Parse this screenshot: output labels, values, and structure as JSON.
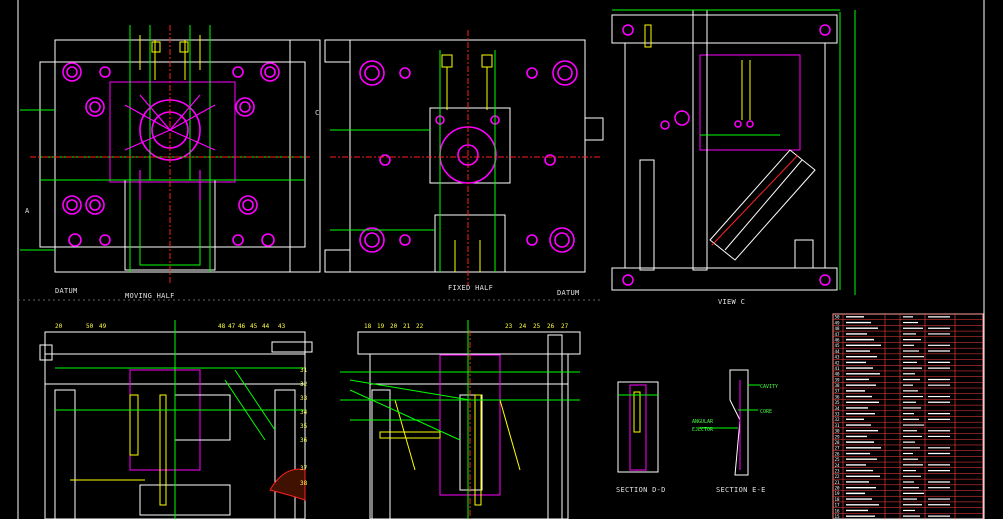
{
  "colors": {
    "background": "#000000",
    "outline": "#ffffff",
    "magenta": "#ff00ff",
    "green": "#00ff00",
    "yellow": "#ffff00",
    "red": "#ff2020",
    "cyan": "#00ffff"
  },
  "views": {
    "moving_half": "MOVING HALF",
    "fixed_half": "FIXED HALF",
    "view_c": "VIEW C",
    "section_dd": "SECTION D-D",
    "section_ee": "SECTION E-E",
    "datum_left": "DATUM",
    "datum_right": "DATUM",
    "marker_a": "A",
    "marker_c": "C"
  },
  "callouts": {
    "cavity": "CAVITY",
    "core": "CORE",
    "angular_ejector_1": "ANGULAR",
    "angular_ejector_2": "EJECTOR"
  },
  "section_numbers_left": [
    "20",
    "50",
    "49",
    "48",
    "47",
    "46",
    "45",
    "44",
    "43"
  ],
  "section_numbers_mid": [
    "18",
    "19",
    "20",
    "21",
    "22",
    "23",
    "24",
    "25",
    "26",
    "27"
  ],
  "side_numbers_left": [
    "31",
    "32",
    "33",
    "34",
    "35",
    "36",
    "37",
    "38"
  ],
  "bom_rows": [
    "50",
    "49",
    "48",
    "47",
    "46",
    "45",
    "44",
    "43",
    "42",
    "41",
    "40",
    "39",
    "38",
    "37",
    "36",
    "35",
    "34",
    "33",
    "32",
    "31",
    "30",
    "29",
    "28",
    "27",
    "26",
    "25",
    "24",
    "23",
    "22",
    "21",
    "20",
    "19",
    "18",
    "17",
    "16",
    "15"
  ]
}
